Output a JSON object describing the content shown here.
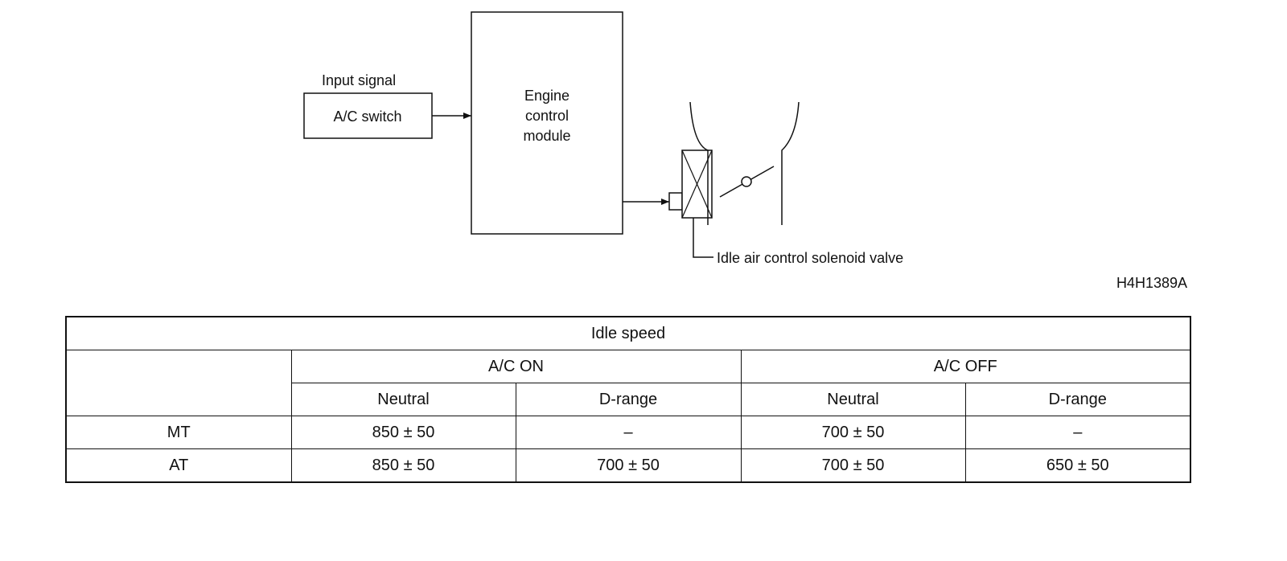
{
  "diagram": {
    "input_signal_label": "Input signal",
    "switch_label": "A/C switch",
    "module_label_lines": [
      "Engine",
      "control",
      "module"
    ],
    "valve_label": "Idle air control solenoid valve",
    "figure_code": "H4H1389A"
  },
  "table": {
    "title": "Idle speed",
    "group_headers": [
      "A/C ON",
      "A/C OFF"
    ],
    "sub_headers": [
      "Neutral",
      "D-range",
      "Neutral",
      "D-range"
    ],
    "rows": [
      {
        "label": "MT",
        "cells": [
          "850 ± 50",
          "–",
          "700 ± 50",
          "–"
        ]
      },
      {
        "label": "AT",
        "cells": [
          "850 ± 50",
          "700 ± 50",
          "700 ± 50",
          "650 ± 50"
        ]
      }
    ]
  },
  "colors": {
    "line": "#111111",
    "background": "#ffffff"
  }
}
